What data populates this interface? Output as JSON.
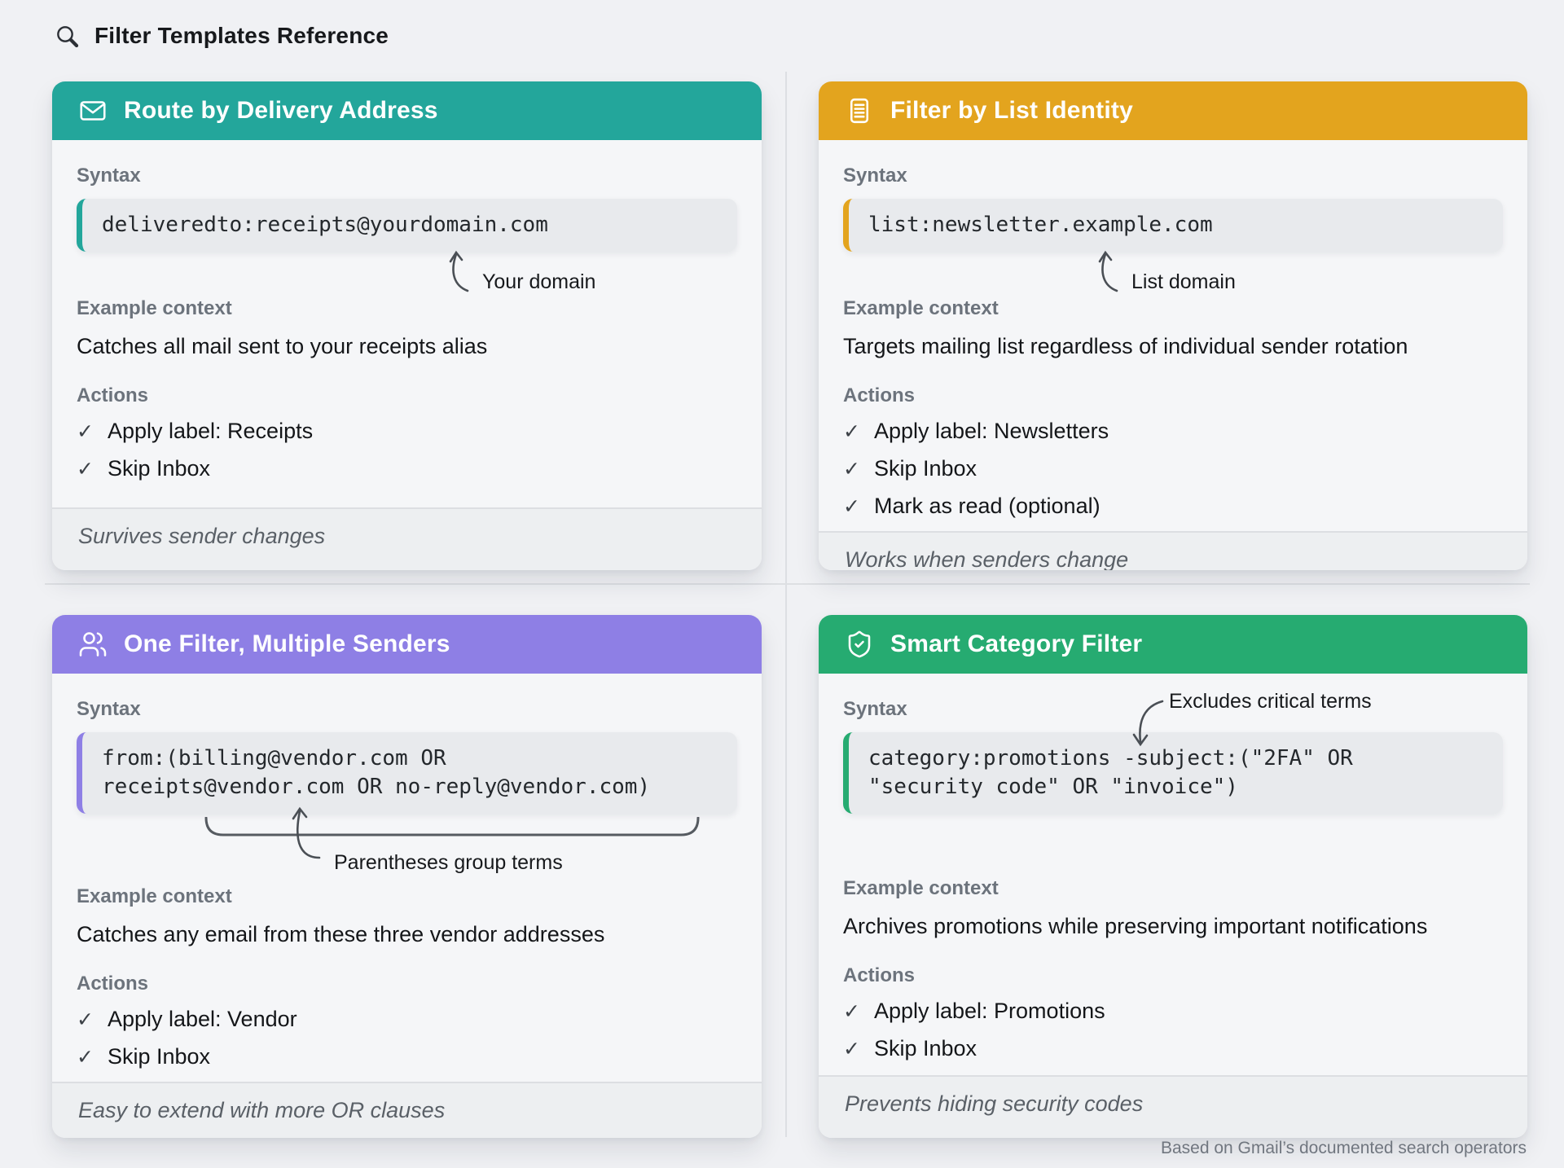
{
  "page": {
    "title": "Filter Templates Reference",
    "attribution": "Based on Gmail’s documented search operators"
  },
  "labels": {
    "syntax": "Syntax",
    "example_context": "Example context",
    "actions": "Actions",
    "check": "✓"
  },
  "cards": [
    {
      "title": "Route by Delivery Address",
      "icon": "envelope-icon",
      "accent": "#23a69b",
      "code_lines": [
        "deliveredto:receipts@yourdomain.com"
      ],
      "annotation": "Your domain",
      "context": "Catches all mail sent to your receipts alias",
      "actions": [
        "Apply label: Receipts",
        "Skip Inbox"
      ],
      "footnote": "Survives sender changes"
    },
    {
      "title": "Filter by List Identity",
      "icon": "list-document-icon",
      "accent": "#e3a41e",
      "code_lines": [
        "list:newsletter.example.com"
      ],
      "annotation": "List domain",
      "context": "Targets mailing list regardless of individual sender rotation",
      "actions": [
        "Apply label: Newsletters",
        "Skip Inbox",
        "Mark as read (optional)"
      ],
      "footnote": "Works when senders change"
    },
    {
      "title": "One Filter, Multiple Senders",
      "icon": "users-icon",
      "accent": "#8e7fe5",
      "code_lines": [
        "from:(billing@vendor.com OR",
        "receipts@vendor.com OR no-reply@vendor.com)"
      ],
      "annotation": "Parentheses group terms",
      "context": "Catches any email from these three vendor addresses",
      "actions": [
        "Apply label: Vendor",
        "Skip Inbox"
      ],
      "footnote": "Easy to extend with more OR clauses"
    },
    {
      "title": "Smart Category Filter",
      "icon": "shield-check-icon",
      "accent": "#26ab71",
      "code_lines": [
        "category:promotions -subject:(\"2FA\" OR",
        "\"security code\" OR \"invoice\")"
      ],
      "annotation": "Excludes critical terms",
      "context": "Archives promotions while preserving important notifications",
      "actions": [
        "Apply label: Promotions",
        "Skip Inbox"
      ],
      "footnote": "Prevents hiding security codes"
    }
  ]
}
